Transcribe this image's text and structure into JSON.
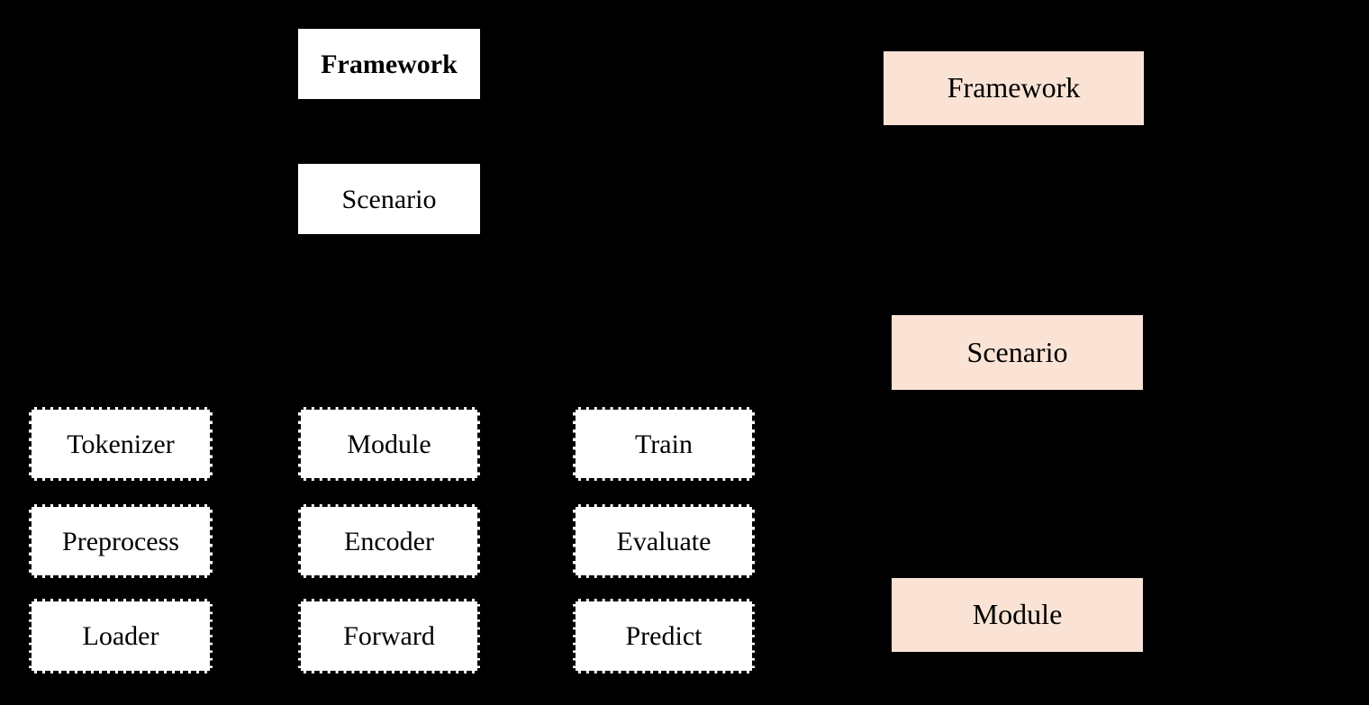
{
  "diagram": {
    "background_color": "#000000",
    "palette": {
      "solid_fill": "#ffffff",
      "dashed_fill": "#ffffff",
      "dashed_border": "#000000",
      "peach_fill": "#fae3d5",
      "text": "#000000"
    },
    "left_group": {
      "nodes": [
        {
          "label": "Framework",
          "style": "solid-bold"
        },
        {
          "label": "Scenario",
          "style": "solid"
        }
      ]
    },
    "component_grid": {
      "columns": [
        {
          "name": "data-column",
          "items": [
            {
              "label": "Tokenizer"
            },
            {
              "label": "Preprocess"
            },
            {
              "label": "Loader"
            }
          ]
        },
        {
          "name": "model-column",
          "items": [
            {
              "label": "Module"
            },
            {
              "label": "Encoder"
            },
            {
              "label": "Forward"
            }
          ]
        },
        {
          "name": "workflow-column",
          "items": [
            {
              "label": "Train"
            },
            {
              "label": "Evaluate"
            },
            {
              "label": "Predict"
            }
          ]
        }
      ]
    },
    "right_group": {
      "nodes": [
        {
          "label": "Framework",
          "style": "peach"
        },
        {
          "label": "Scenario",
          "style": "peach"
        },
        {
          "label": "Module",
          "style": "peach"
        }
      ]
    }
  }
}
